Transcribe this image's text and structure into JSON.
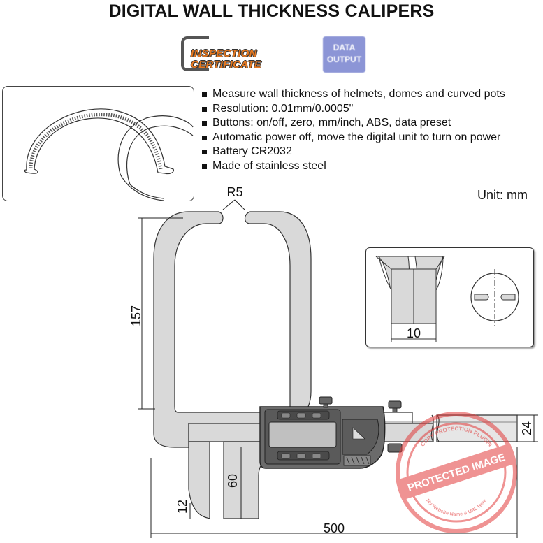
{
  "title": "DIGITAL WALL THICKNESS CALIPERS",
  "badges": {
    "inspection_line1": "INSPECTION",
    "inspection_line2": "CERTIFICATE",
    "data_line1": "DATA",
    "data_line2": "OUTPUT"
  },
  "features": [
    "Measure wall thickness of helmets, domes and curved pots",
    "Resolution: 0.01mm/0.0005\"",
    "Buttons: on/off, zero, mm/inch, ABS, data preset",
    "Automatic power off, move the digital unit to turn on power",
    "Battery CR2032",
    "Made of stainless steel"
  ],
  "unit_label": "Unit: mm",
  "dimensions": {
    "radius": "R5",
    "height": "157",
    "jaw": "60",
    "tip": "12",
    "length": "500",
    "beam": "24",
    "detail_width": "10"
  },
  "watermark": {
    "main": "PROTECTED IMAGE",
    "top": "COPY PROTECTION PLUGIN",
    "bottom": "My Website Name & URL Here"
  },
  "colors": {
    "caliper_fill": "#d9d9d9",
    "display_body": "#6b6b6b",
    "badge_orange": "#e57820",
    "badge_blue": "#8c95d6",
    "watermark_red": "#e23b3b"
  },
  "icons": [
    "inspection-certificate-logo",
    "data-output-icon",
    "bullet-icon"
  ]
}
